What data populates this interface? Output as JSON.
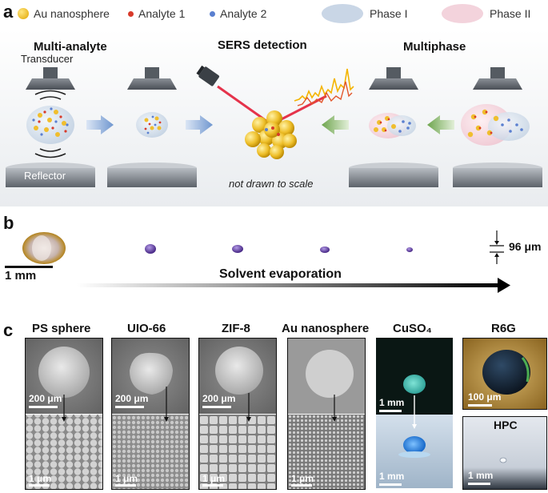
{
  "panel_a": {
    "letter": "a",
    "legend": [
      {
        "label": "Au nanosphere",
        "kind": "dot",
        "color": "#f2c233"
      },
      {
        "label": "Analyte 1",
        "kind": "small-dot",
        "color": "#d83a2a"
      },
      {
        "label": "Analyte 2",
        "kind": "small-dot",
        "color": "#5a7fd0"
      },
      {
        "label": "Phase I",
        "kind": "ellipse",
        "color": "#c9d6e6"
      },
      {
        "label": "Phase II",
        "kind": "ellipse",
        "color": "#f3d3dc"
      }
    ],
    "heading_left": "Multi-analyte",
    "heading_center": "SERS detection",
    "heading_right": "Multiphase",
    "label_transducer": "Transducer",
    "label_reflector": "Reflector",
    "note": "not drawn to scale"
  },
  "panel_b": {
    "letter": "b",
    "height_label": "96 μm",
    "scale_label": "1 mm",
    "arrow_label": "Solvent evaporation"
  },
  "panel_c": {
    "letter": "c",
    "tiles": [
      {
        "title": "PS sphere",
        "top_scale": "200 μm",
        "bottom_scale": "1 μm"
      },
      {
        "title": "UIO-66",
        "top_scale": "200 μm",
        "bottom_scale": "1 μm"
      },
      {
        "title": "ZIF-8",
        "top_scale": "200 μm",
        "bottom_scale": "1 μm"
      },
      {
        "title": "Au nanosphere",
        "top_scale": "",
        "bottom_scale": "1 μm"
      },
      {
        "title": "CuSO₄",
        "top_scale": "1 mm",
        "bottom_scale": "1 mm"
      },
      {
        "title": "R6G",
        "top_scale": "100 μm",
        "bottom_title": "HPC",
        "bottom_scale": "1 mm"
      }
    ]
  }
}
